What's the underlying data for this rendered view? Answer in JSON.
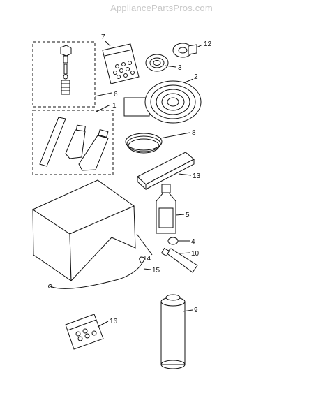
{
  "watermark": "AppliancePartsPros.com",
  "callouts": [
    {
      "id": "1",
      "label": "1"
    },
    {
      "id": "2",
      "label": "2"
    },
    {
      "id": "3",
      "label": "3"
    },
    {
      "id": "4",
      "label": "4"
    },
    {
      "id": "5",
      "label": "5"
    },
    {
      "id": "6",
      "label": "6"
    },
    {
      "id": "7",
      "label": "7"
    },
    {
      "id": "8",
      "label": "8"
    },
    {
      "id": "9",
      "label": "9"
    },
    {
      "id": "10",
      "label": "10"
    },
    {
      "id": "12",
      "label": "12"
    },
    {
      "id": "13",
      "label": "13"
    },
    {
      "id": "14",
      "label": "14"
    },
    {
      "id": "15",
      "label": "15"
    },
    {
      "id": "16",
      "label": "16"
    }
  ]
}
